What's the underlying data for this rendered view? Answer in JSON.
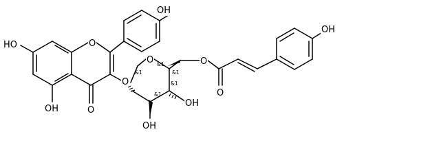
{
  "molecule": {
    "atom_labels": {
      "oh_4prime": "OH",
      "oh_7": "HO",
      "oh_5": "OH",
      "o_ring": "O",
      "o_carbonyl": "O",
      "o_glycosidic": "O",
      "o_pyranose": "O",
      "o_ester": "O",
      "o_ester_carbonyl": "O",
      "oh_sugar_3": "OH",
      "oh_sugar_2": "OH",
      "oh_coumaroyl": "OH"
    },
    "stereo_label": "&1",
    "stereo_centers": [
      "c1",
      "c2",
      "c3",
      "c4",
      "c5"
    ]
  }
}
